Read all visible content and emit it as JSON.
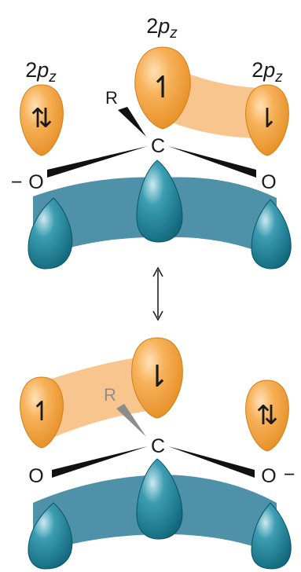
{
  "top_structure": {
    "orbital_labels": {
      "left": {
        "base": "2",
        "p": "p",
        "sub": "z"
      },
      "center": {
        "base": "2",
        "p": "p",
        "sub": "z"
      },
      "right": {
        "base": "2",
        "p": "p",
        "sub": "z"
      }
    },
    "substituent": "R",
    "atoms": {
      "carbon": "C",
      "left_oxygen": "O",
      "right_oxygen": "O",
      "left_charge": "−",
      "right_charge": ""
    },
    "electrons": {
      "left": "⇅",
      "center": "↿",
      "right": "⇂"
    }
  },
  "bottom_structure": {
    "substituent": "R",
    "atoms": {
      "carbon": "C",
      "left_oxygen": "O",
      "right_oxygen": "O",
      "left_charge": "",
      "right_charge": "−"
    },
    "electrons": {
      "left": "↿",
      "center": "⇂",
      "right": "⇅"
    }
  },
  "resonance_arrow": "↕",
  "colors": {
    "orange_lobe": "#F4A340",
    "orange_overlap": "#F9C58F",
    "teal_lobe": "#1B7E95",
    "teal_overlap": "#4F91A8",
    "bond": "#111111"
  }
}
